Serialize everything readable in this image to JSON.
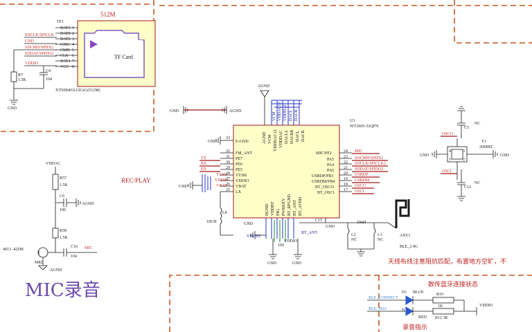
{
  "tf": {
    "designator": "TF1",
    "size": "512M",
    "card_label": "TF Card",
    "part": "XTSD04GLGEAG(512M)",
    "pins": [
      "DAT3",
      "DAT0",
      "DAT2",
      "GND",
      "CMD",
      "CLK",
      "DAT1",
      "VCC"
    ],
    "pin_nums": [
      "1",
      "2",
      "3",
      "4",
      "5",
      "6",
      "7",
      "8"
    ],
    "nets": [
      "SDCLK/SPICLK",
      "GND",
      "SDCMD/SPIDI2",
      "SDDAT/SPIDO2",
      "VDDIO"
    ],
    "r7": "R7",
    "r7_val": "1.5K",
    "c4": "C4",
    "c4_val": "104",
    "gnd": "GND"
  },
  "u3": {
    "designator": "U3",
    "part": "WT2605-32QFN",
    "top_pins": [
      "AGND",
      "VCM",
      "VDDHAC12",
      "VDDDAC",
      "DACLL",
      "DACRR",
      "DACL",
      "DACR"
    ],
    "top_nets": [
      "AGND",
      "VCM",
      "VDDAC12",
      "VDDDAC",
      "DACL",
      "DACR",
      "DACL",
      "DACR"
    ],
    "left_pins": [
      "E-GND",
      "FM_ANT",
      "PE7",
      "PE6",
      "PE5",
      "VUSB",
      "VDDIO",
      "VBAT",
      "LX"
    ],
    "left_nums": [
      "33",
      "32",
      "31",
      "30",
      "29",
      "28",
      "27",
      "26",
      "25"
    ],
    "left_nets": [
      "TX",
      "RX",
      "EN",
      "VUSB",
      "VDDIO",
      "VBAT"
    ],
    "right_pins": [
      "MIC/PF2",
      "PA5",
      "PA4",
      "PA6",
      "USBDP/PB3",
      "USBDM/PB4",
      "BT_OSCO",
      "BT_OSCI"
    ],
    "right_nums": [
      "24",
      "23",
      "22",
      "21",
      "20",
      "19",
      "18",
      "17"
    ],
    "right_nets": [
      "MIC",
      "SDCMD/SPIDI2",
      "SDCLK/SPICLK2",
      "SDDAT/SPIDO2",
      "USBDP",
      "USBDM",
      "OSCO",
      "OSCI"
    ],
    "bottom_pins": [
      "DGND",
      "VDDBT",
      "PB1",
      "PWRKEY",
      "BT_RFGND",
      "BT_ANT",
      "BT_AVDD"
    ],
    "bottom_labels": [
      "VDDBT",
      "BT_ANT",
      "GND",
      "C15",
      "GND",
      "VDDIO",
      "106"
    ],
    "l4": "L4",
    "l4_val": "10UH",
    "gnd": "GND",
    "agnd": "AGND"
  },
  "crystal": {
    "designator": "Y1",
    "freq": "26MHZ",
    "osco": "OSCO",
    "osci": "OSCI",
    "c5": "C5",
    "c12": "C12",
    "nc": "NC",
    "pin_nums": [
      "1",
      "2",
      "3",
      "4"
    ],
    "gnd": "GND"
  },
  "antenna": {
    "designator": "ANT1",
    "part": "BLE_2.4G",
    "l_label": "10nH",
    "l2": "L2",
    "l1": "L1",
    "nc": "NC",
    "warning": "天线布线注意阻抗匹配，布置地方空旷，不"
  },
  "mic": {
    "rec_play": "REC/PLAY",
    "vdd": "VDDAC",
    "r57": "R57",
    "r57_val": "1.5K",
    "c6": "C6",
    "c6_val": "106",
    "r58": "R58",
    "r58_val": "1.5K",
    "c16": "C16",
    "c16_val": "104",
    "mic_net": "MIC",
    "mic_part": "4013 -42DB",
    "mic_ref": "MKI",
    "agnd": "AGND",
    "title": "MIC录音"
  },
  "leds": {
    "title": "数传蓝牙连接状态",
    "d1": "D1",
    "blue": "BLUE",
    "red": "RED",
    "net1": "BLE_CONNECT",
    "net2": "BLE_SDA",
    "r10": "R10",
    "r10_val": "1K",
    "r12": "R12 3K",
    "vddio": "VDDIO",
    "caption": "录音指示"
  }
}
